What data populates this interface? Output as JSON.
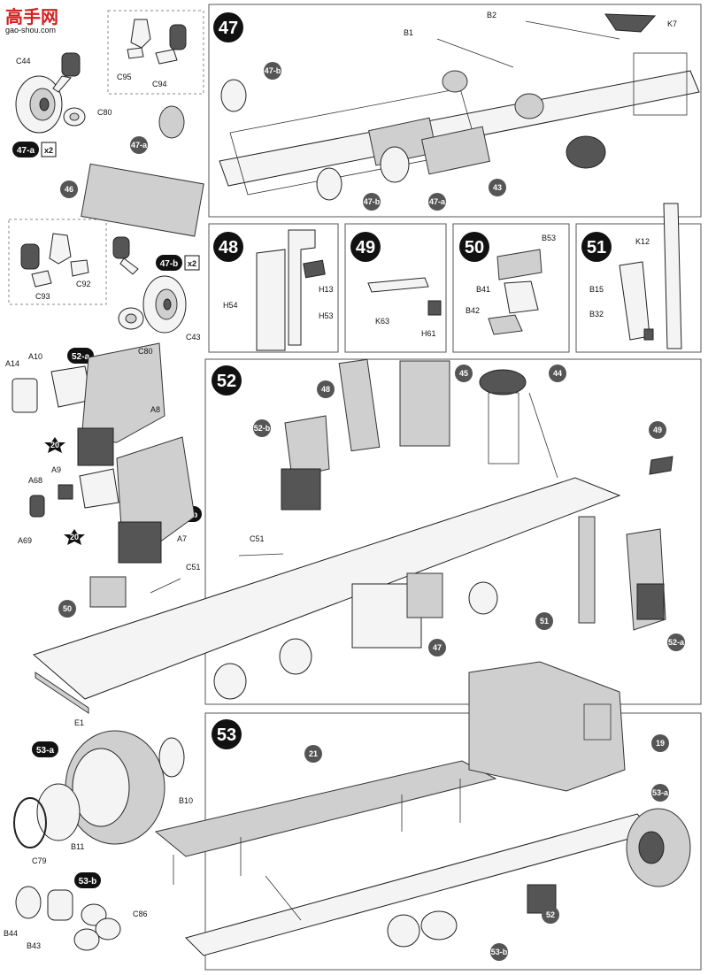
{
  "watermark": {
    "text": "高手网",
    "url": "gao-shou.com"
  },
  "steps": {
    "s47": {
      "num": "47"
    },
    "s48": {
      "num": "48"
    },
    "s49": {
      "num": "49"
    },
    "s50": {
      "num": "50"
    },
    "s51": {
      "num": "51"
    },
    "s52": {
      "num": "52"
    },
    "s53": {
      "num": "53"
    }
  },
  "substeps": {
    "a47": "47-a",
    "b47": "47-b",
    "a52": "52-a",
    "b52": "52-b",
    "a53": "53-a",
    "b53": "53-b"
  },
  "qty": {
    "x2a": "x2",
    "x2b": "x2"
  },
  "refs": {
    "r47b1": "47-b",
    "r47a1": "47-a",
    "r43": "43",
    "r47b2": "47-b",
    "r47a2": "47-a",
    "r46": "46",
    "r48": "48",
    "r45": "45",
    "r44": "44",
    "r52b": "52-b",
    "r49": "49",
    "r50": "50",
    "r47": "47",
    "r51": "51",
    "r52a": "52-a",
    "r21": "21",
    "r19": "19",
    "r53a": "53-a",
    "r52": "52",
    "r53b": "53-b"
  },
  "paint": {
    "p1": "20",
    "p2": "20"
  },
  "labels": {
    "C44": "C44",
    "C80a": "C80",
    "C95": "C95",
    "C94": "C94",
    "B1": "B1",
    "B2": "B2",
    "K7": "K7",
    "C93": "C93",
    "C92": "C92",
    "C43": "C43",
    "C80b": "C80",
    "H54": "H54",
    "H13": "H13",
    "H53": "H53",
    "K63": "K63",
    "H61": "H61",
    "B53": "B53",
    "B41": "B41",
    "B42": "B42",
    "K12": "K12",
    "B15": "B15",
    "B32": "B32",
    "A14": "A14",
    "A10": "A10",
    "A8": "A8",
    "A9": "A9",
    "A68": "A68",
    "A69": "A69",
    "A7": "A7",
    "C51a": "C51",
    "C51b": "C51",
    "E1": "E1",
    "B10": "B10",
    "B11": "B11",
    "C79": "C79",
    "B44": "B44",
    "B43": "B43",
    "C86": "C86"
  },
  "colors": {
    "badge": "#111111",
    "refbadge": "#555555",
    "watermark_red": "#d42020",
    "watermark_blue": "#1a5fb4"
  }
}
